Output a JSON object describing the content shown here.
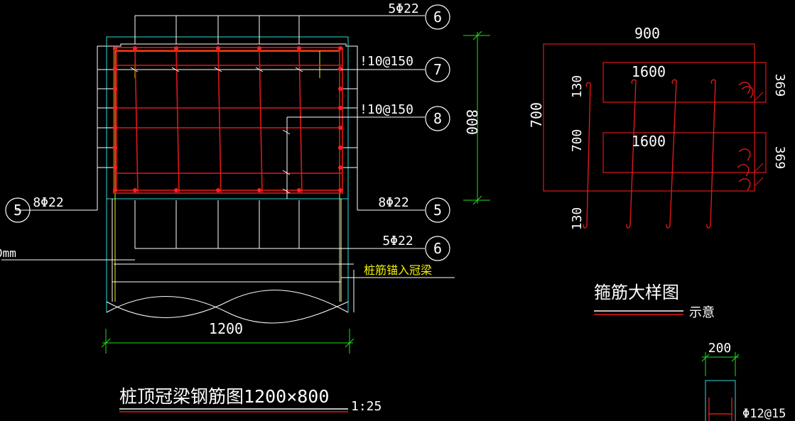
{
  "colors": {
    "background": "#000000",
    "line_white": "#ffffff",
    "rebar_red": "#e01818",
    "dot_red": "#ff2020",
    "cyan": "#30d8d8",
    "green": "#20e020",
    "yellow": "#f0f000"
  },
  "callouts": {
    "top_bar": {
      "label": "5Φ22",
      "tag": "6"
    },
    "stirrup_a": {
      "label": "!10@150",
      "tag": "7"
    },
    "stirrup_b": {
      "label": "!10@150",
      "tag": "8"
    },
    "right_bottom": {
      "label": "8Φ22",
      "tag": "5"
    },
    "left_side": {
      "label": "8Φ22",
      "tag": "5"
    },
    "bottom_bar": {
      "label": "5Φ22",
      "tag": "6"
    }
  },
  "dims": {
    "width": "1200",
    "height": "800",
    "stirrup_width": "900",
    "stirrup_height": "700",
    "hook1": "1600",
    "hook2": "1600",
    "left_top": "130",
    "left_mid": "700",
    "left_bottom": "130",
    "right_top": "369",
    "right_bottom": "369",
    "small_width": "200"
  },
  "notes": {
    "anchor": "桩筋锚入冠梁",
    "cut_text": "0mm",
    "main_title": "桩顶冠梁钢筋图1200×800",
    "scale": "1:25",
    "detail_title": "箍筋大样图",
    "detail_sub": "示意",
    "small_label": "Φ12@15"
  }
}
